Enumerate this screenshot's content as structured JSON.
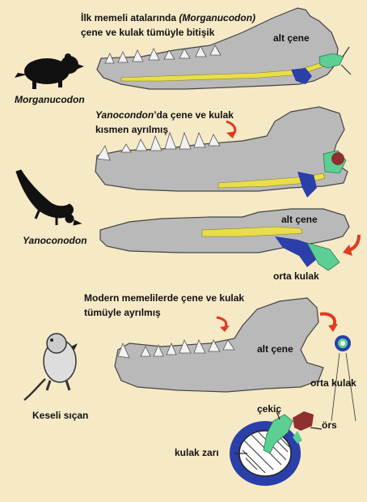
{
  "colors": {
    "background": "#f6e9c6",
    "bone": "#b9b9b9",
    "bone_outline": "#444444",
    "meckel_yellow": "#e9dd4a",
    "ear_blue": "#2a3fa8",
    "ear_green": "#5ccf93",
    "ear_red": "#8f2f2f",
    "arrow_red": "#e23a1f",
    "animal": "#111111"
  },
  "section1": {
    "title_line1": "İlk memeli atalarında ",
    "title_line1_italic": "(Morganucodon)",
    "title_line2": "çene ve kulak tümüyle bitişik",
    "jaw_label": "alt çene",
    "animal_name": "Morganucodon",
    "animal_icon": "morganucodon-silhouette"
  },
  "section2": {
    "title_line1_italic": "Yanocondon",
    "title_line1": "’da çene ve kulak",
    "title_line2": "kısmen ayrılmış",
    "jaw_label": "alt çene",
    "ear_label": "orta kulak",
    "animal_name": "Yanoconodon",
    "animal_icon": "yanoconodon-silhouette"
  },
  "section3": {
    "title_line1": "Modern memelilerde çene ve kulak",
    "title_line2": "tümüyle ayrılmış",
    "jaw_label": "alt çene",
    "ear_label": "orta kulak",
    "malleus_label": "çekiç",
    "incus_label": "örs",
    "eardrum_label": "kulak zarı",
    "animal_name": "Keseli sıçan",
    "animal_icon": "opossum-silhouette"
  }
}
